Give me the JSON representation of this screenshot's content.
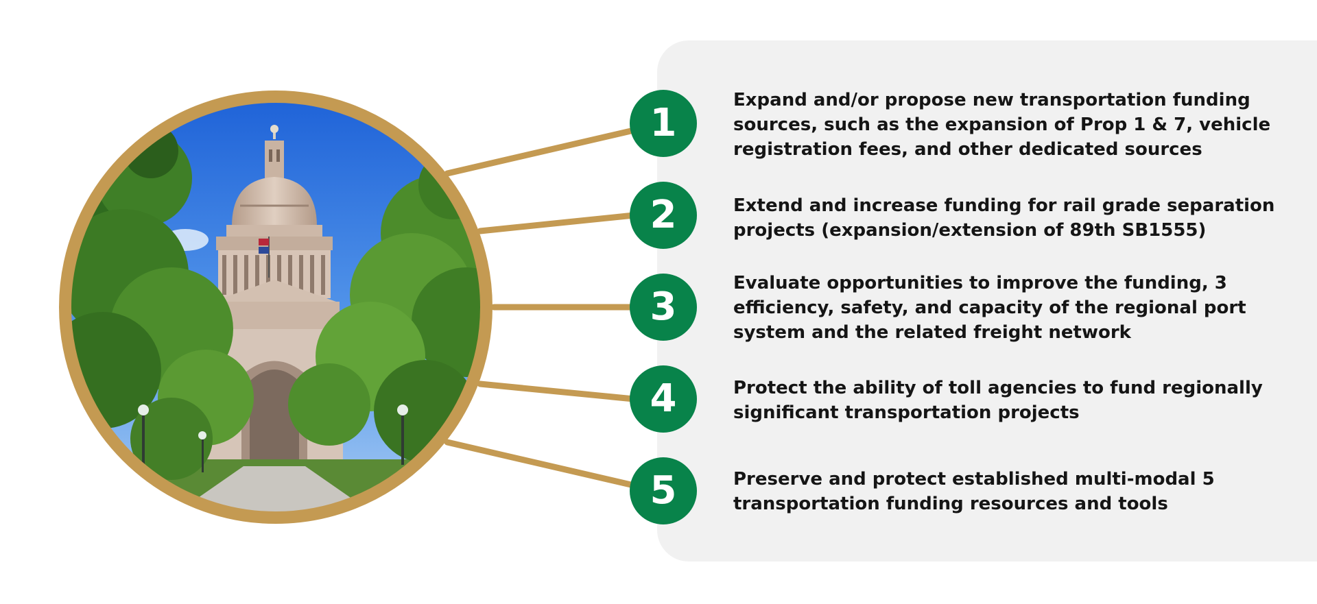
{
  "colors": {
    "accent_gold": "#c49a52",
    "badge_green": "#08834a",
    "panel_gray": "#f1f1f1",
    "text_dark": "#151515"
  },
  "image": {
    "icon": "texas-capitol-photo",
    "subject": "Texas State Capitol building framed by trees"
  },
  "items": [
    {
      "number": "1",
      "text": "Expand and/or propose new transportation funding sources, such as the expansion of Prop 1 & 7, vehicle registration fees, and other dedicated sources"
    },
    {
      "number": "2",
      "text": "Extend and increase funding for rail grade separation projects (expansion/extension of 89th SB1555)"
    },
    {
      "number": "3",
      "text": "Evaluate opportunities to improve the funding, 3 efficiency, safety, and capacity of the regional port system and the related freight network"
    },
    {
      "number": "4",
      "text": "Protect the ability of toll agencies to fund regionally significant transportation projects"
    },
    {
      "number": "5",
      "text": "Preserve and protect established multi-modal 5 transportation funding resources and tools"
    }
  ]
}
